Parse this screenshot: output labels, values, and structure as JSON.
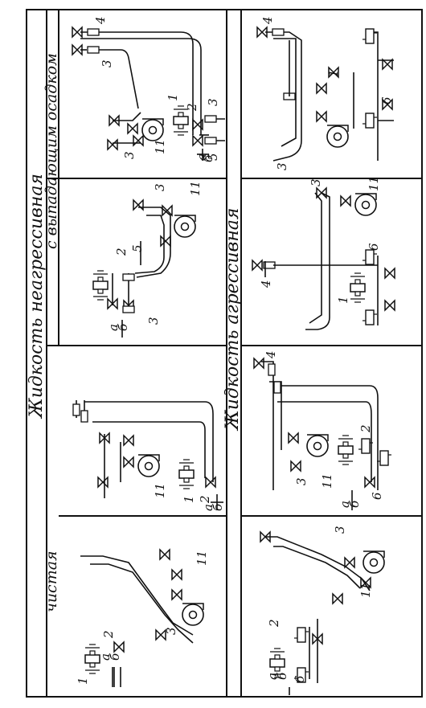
{
  "header": {
    "liquid_nonaggressive": "Жидкость неагрессивная",
    "clean": "чистая",
    "with_sediment": "с выпадающим осадком",
    "liquid_aggressive": "Жидкость агрессивная"
  },
  "labels": {
    "n1": "1",
    "n2": "2",
    "n3": "3",
    "n4": "4",
    "n5": "5",
    "n6": "6",
    "n11": "11",
    "a": "a",
    "b": "б"
  }
}
